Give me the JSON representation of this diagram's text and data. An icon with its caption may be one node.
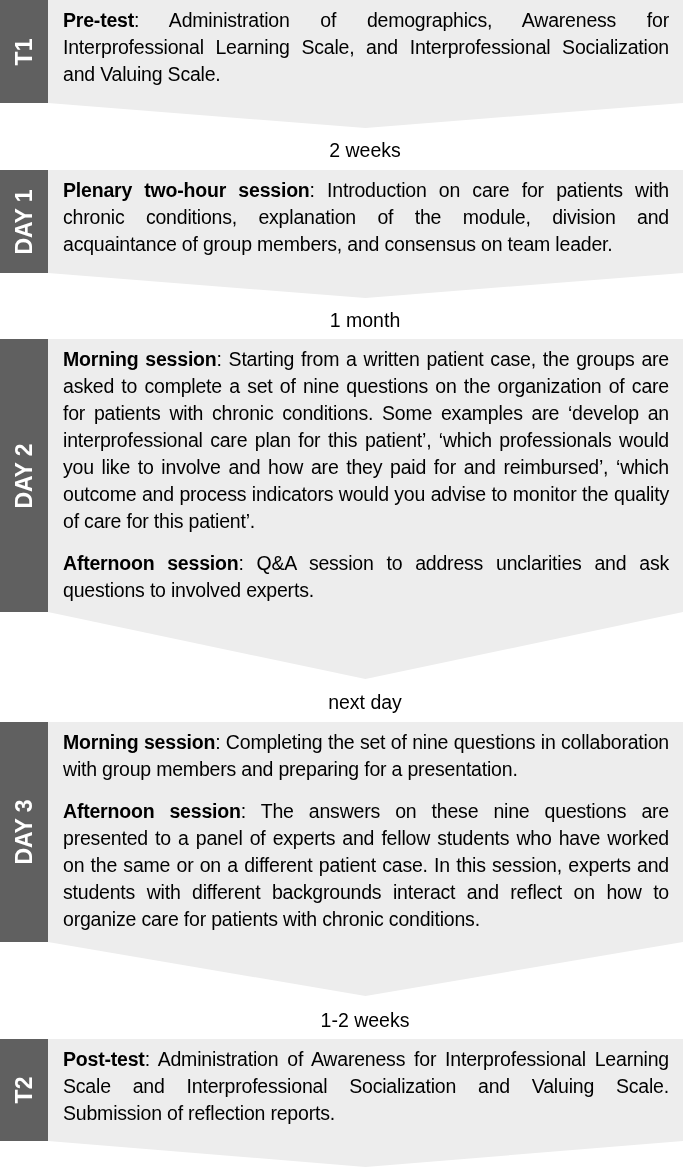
{
  "diagram": {
    "nodes": [
      {
        "text": [
          "T1"
        ]
      },
      {
        "text": [
          "**Pre-test**: Administration of demographics, Awareness for Interprofessional Learning Scale, and Interprofessional Socialization and Valuing Scale."
        ]
      },
      {
        "text": [
          "DAY 1"
        ]
      },
      {
        "text": [
          "**Plenary two-hour session**: Introduction on care for patients with chronic conditions, explanation of the module, division and acquaintance of group members, and consensus on team leader."
        ]
      },
      {
        "text": [
          "DAY 2"
        ]
      },
      {
        "text": [
          "**Morning session**: Starting from a written patient case, the groups are asked to complete a set of nine questions on the organization of care for patients with chronic conditions. Some examples are ‘develop an interprofessional care plan for this patient’, ‘which professionals would you like to involve and how are they paid for and reimbursed’, ‘which outcome and process indicators would you advise to monitor the quality of care for this patient’.",
          "**Afternoon session**: Q&A session to address unclarities and ask questions to involved experts."
        ]
      },
      {
        "text": [
          "DAY 3"
        ]
      },
      {
        "text": [
          "**Morning session**: Completing the set of nine questions in collaboration with group members and preparing for a presentation.",
          "**Afternoon session**: The answers on these nine questions are presented to a panel of experts and fellow students who have worked on the same or on a different patient case. In this session, experts and students with different backgrounds interact and reflect on how to organize care for patients with chronic conditions."
        ]
      },
      {
        "text": [
          "T2"
        ]
      },
      {
        "text": [
          "**Post-test**: Administration of Awareness for Interprofessional Learning Scale and Interprofessional Socialization and Valuing Scale. Submission of reflection reports."
        ]
      }
    ],
    "labels": [
      "2 weeks",
      "1 month",
      "next day",
      "1-2 weeks"
    ]
  }
}
